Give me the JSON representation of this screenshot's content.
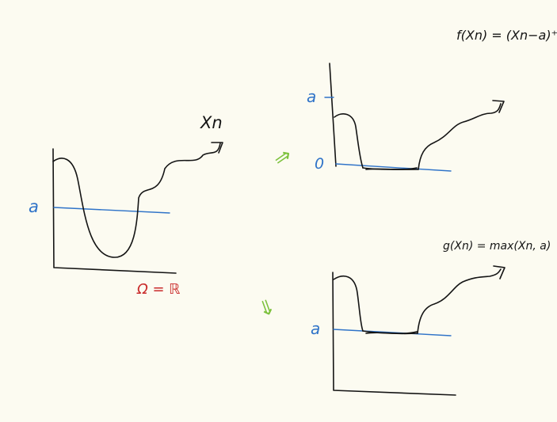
{
  "colors": {
    "background": "#fcfbf1",
    "ink": "#141414",
    "blue": "#2f73c8",
    "red": "#c92a2a",
    "green": "#7cc13c"
  },
  "left_plot": {
    "curve_label": "Xn",
    "level_label": "a",
    "domain_label": "Ω = ℝ"
  },
  "top_right_plot": {
    "formula": "f(Xn) = (Xn−a)⁺",
    "level_label": "a",
    "zero_label": "0"
  },
  "bottom_right_plot": {
    "formula": "g(Xn) = max(Xn, a)",
    "level_label": "a"
  },
  "arrows": {
    "upper": "⇒",
    "lower": "⇓"
  }
}
